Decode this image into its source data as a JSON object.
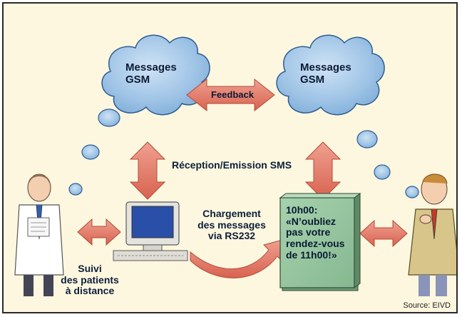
{
  "cloud_left_label": "Messages\nGSM",
  "cloud_right_label": "Messages\nGSM",
  "feedback_label": "Feedback",
  "reception_label": "Réception/Emission SMS",
  "loading_label": "Chargement\ndes messages\nvia RS232",
  "monitoring_label": "Suivi\ndes patients\nà distance",
  "phone_screen_text": "10h00:\n«N’oubliez\npas votre\nrendez-vous\nde 11h00!»",
  "source_label": "Source: EIVD",
  "colors": {
    "background": "#fdf7df",
    "cloud": "#9fc4e6",
    "arrow": "#e37c6a",
    "screen": "#98c7a0"
  }
}
